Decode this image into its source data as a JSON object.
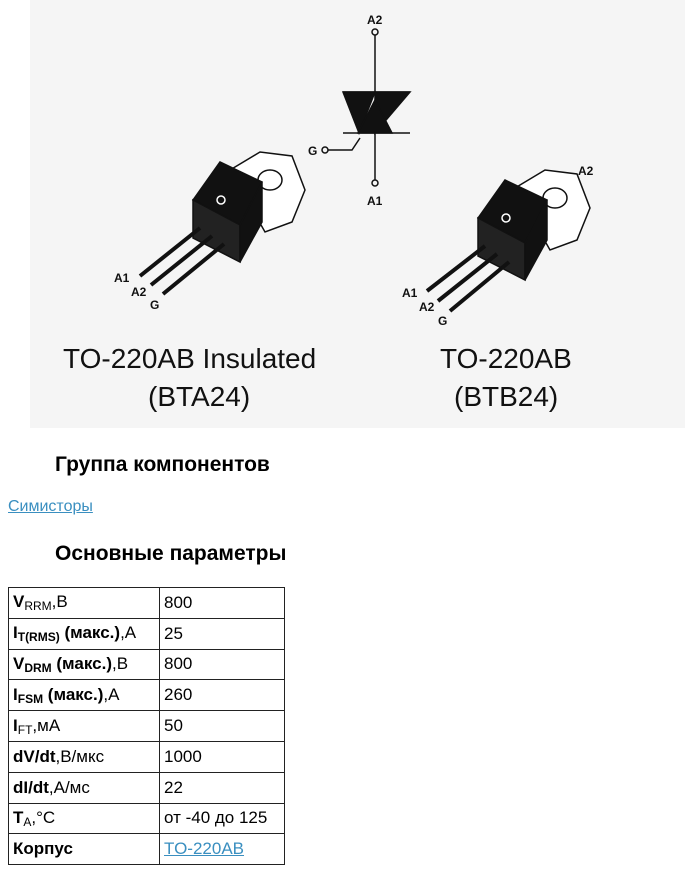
{
  "figure": {
    "symbol_labels": {
      "top": "A2",
      "bottom": "A1",
      "gate": "G"
    },
    "left_package": {
      "caption_line1": "TO-220AB Insulated",
      "caption_line2": "(BTA24)",
      "pins": [
        "A1",
        "A2",
        "G"
      ]
    },
    "right_package": {
      "caption_line1": "TO-220AB",
      "caption_line2": "(BTB24)",
      "pins": [
        "A1",
        "A2",
        "G"
      ],
      "tab_label": "A2"
    }
  },
  "group_heading": "Группа компонентов",
  "group_link": "Симисторы",
  "params_heading": "Основные параметры",
  "params": [
    {
      "sym": "V",
      "sub": "RRM",
      "rest_bold": "",
      "unit": ",В",
      "value": "800"
    },
    {
      "sym": "I",
      "sub": "T(RMS)",
      "rest_bold": " (макс.)",
      "unit": ",А",
      "value": "25"
    },
    {
      "sym": "V",
      "sub": "DRM",
      "rest_bold": " (макс.)",
      "unit": ",В",
      "value": "800"
    },
    {
      "sym": "I",
      "sub": "FSM",
      "rest_bold": " (макс.)",
      "unit": ",А",
      "value": "260"
    },
    {
      "sym": "I",
      "sub": "FT",
      "rest_bold": "",
      "unit": ",мА",
      "value": "50"
    },
    {
      "sym": "dV/dt",
      "sub": "",
      "rest_bold": "",
      "unit": ",В/мкс",
      "value": "1000"
    },
    {
      "sym": "dI/dt",
      "sub": "",
      "rest_bold": "",
      "unit": ",А/мс",
      "value": "22"
    },
    {
      "sym": "T",
      "sub": "A",
      "rest_bold": "",
      "unit": ",°C",
      "value": "от -40 до 125"
    },
    {
      "sym": "Корпус",
      "sub": "",
      "rest_bold": "",
      "unit": "",
      "value": "TO-220AB"
    }
  ]
}
